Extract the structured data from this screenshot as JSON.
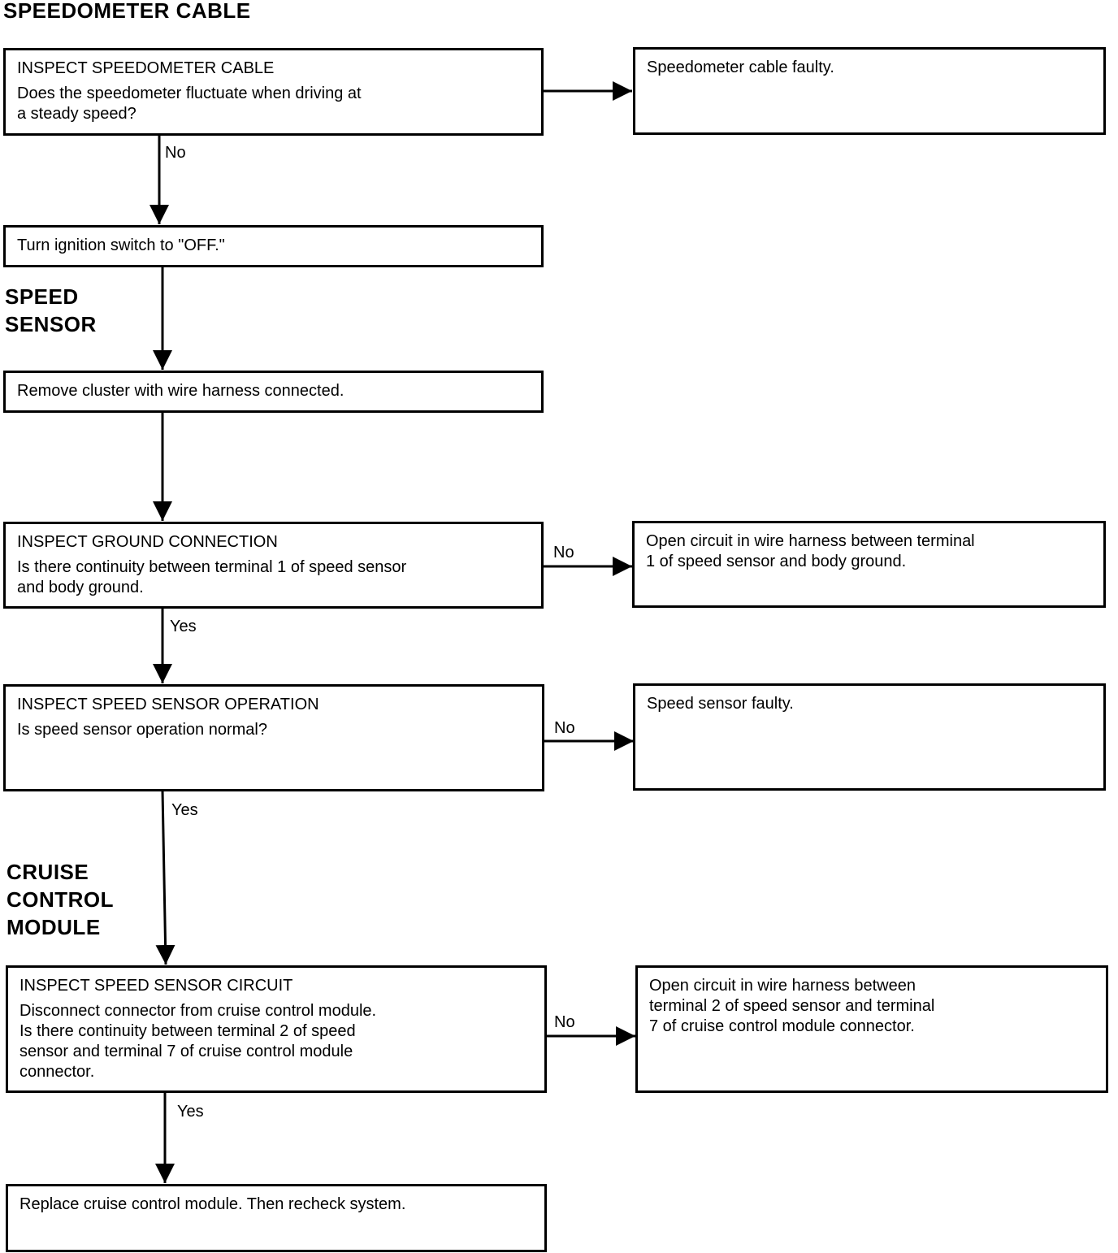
{
  "sections": {
    "speedometer_cable": "SPEEDOMETER CABLE",
    "speed_sensor": "SPEED\nSENSOR",
    "cruise_control_module": "CRUISE\nCONTROL\nMODULE"
  },
  "steps": {
    "inspect_cable": {
      "title": "INSPECT SPEEDOMETER CABLE",
      "body": "Does the speedometer fluctuate when driving at\na steady speed?"
    },
    "cable_faulty": {
      "body": "Speedometer cable faulty."
    },
    "ignition_off": {
      "body": "Turn ignition switch to \"OFF.\""
    },
    "remove_cluster": {
      "body": "Remove cluster with wire harness connected."
    },
    "inspect_ground": {
      "title": "INSPECT GROUND CONNECTION",
      "body": "Is there continuity between terminal 1 of speed sensor\nand body ground."
    },
    "open_circuit_ground": {
      "body": "Open circuit in wire harness between terminal\n1 of speed sensor and body ground."
    },
    "inspect_sensor_operation": {
      "title": "INSPECT SPEED SENSOR OPERATION",
      "body": "Is speed sensor operation normal?"
    },
    "sensor_faulty": {
      "body": "Speed sensor faulty."
    },
    "inspect_sensor_circuit": {
      "title": "INSPECT SPEED SENSOR CIRCUIT",
      "body": "Disconnect connector from cruise control module.\nIs there continuity between terminal 2 of speed\nsensor and terminal 7 of cruise control module\nconnector."
    },
    "open_circuit_module": {
      "body": "Open circuit in wire harness between\nterminal 2 of speed sensor and terminal\n7 of cruise control module connector."
    },
    "replace_module": {
      "body": "Replace cruise control module. Then recheck system."
    }
  },
  "labels": {
    "cable_no": "No",
    "ground_yes": "Yes",
    "ground_no": "No",
    "operation_yes": "Yes",
    "operation_no": "No",
    "circuit_yes": "Yes",
    "circuit_no": "No"
  }
}
